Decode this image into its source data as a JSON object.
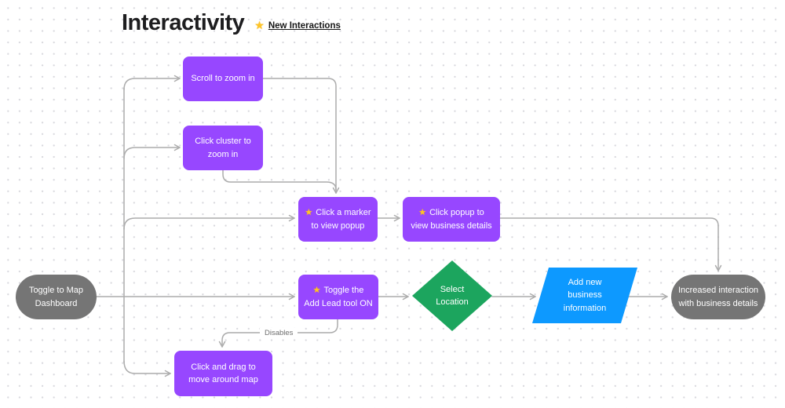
{
  "header": {
    "title": "Interactivity",
    "link_label": "New Interactions"
  },
  "icons": {
    "star": "★"
  },
  "nodes": {
    "toggle_map": {
      "type": "terminator",
      "lines": [
        "Toggle to Map",
        "Dashboard"
      ]
    },
    "scroll_zoom": {
      "type": "process",
      "lines": [
        "Scroll to zoom in"
      ]
    },
    "click_cluster": {
      "type": "process",
      "lines": [
        "Click cluster to",
        "zoom in"
      ]
    },
    "click_marker": {
      "type": "process",
      "starred": true,
      "lines": [
        "Click a marker",
        "to view popup"
      ]
    },
    "click_popup": {
      "type": "process",
      "starred": true,
      "lines": [
        "Click popup to",
        "view business details"
      ]
    },
    "toggle_lead": {
      "type": "process",
      "starred": true,
      "lines": [
        "Toggle the",
        "Add Lead tool ON"
      ]
    },
    "click_drag": {
      "type": "process",
      "lines": [
        "Click and drag to",
        "move around map"
      ]
    },
    "select_location": {
      "type": "decision",
      "lines": [
        "Select",
        "Location"
      ]
    },
    "add_business": {
      "type": "input",
      "lines": [
        "Add new",
        "business",
        "information"
      ]
    },
    "increased_interaction": {
      "type": "terminator",
      "lines": [
        "Increased interaction",
        "with business details"
      ]
    }
  },
  "edge_labels": {
    "disables": "Disables"
  },
  "colors": {
    "shape_purple": "#9747FF",
    "shape_green": "#1CA55E",
    "shape_blue": "#0D99FF",
    "shape_gray": "#757575",
    "connector_gray": "#ACACAC",
    "star_gold": "#FFC527"
  }
}
